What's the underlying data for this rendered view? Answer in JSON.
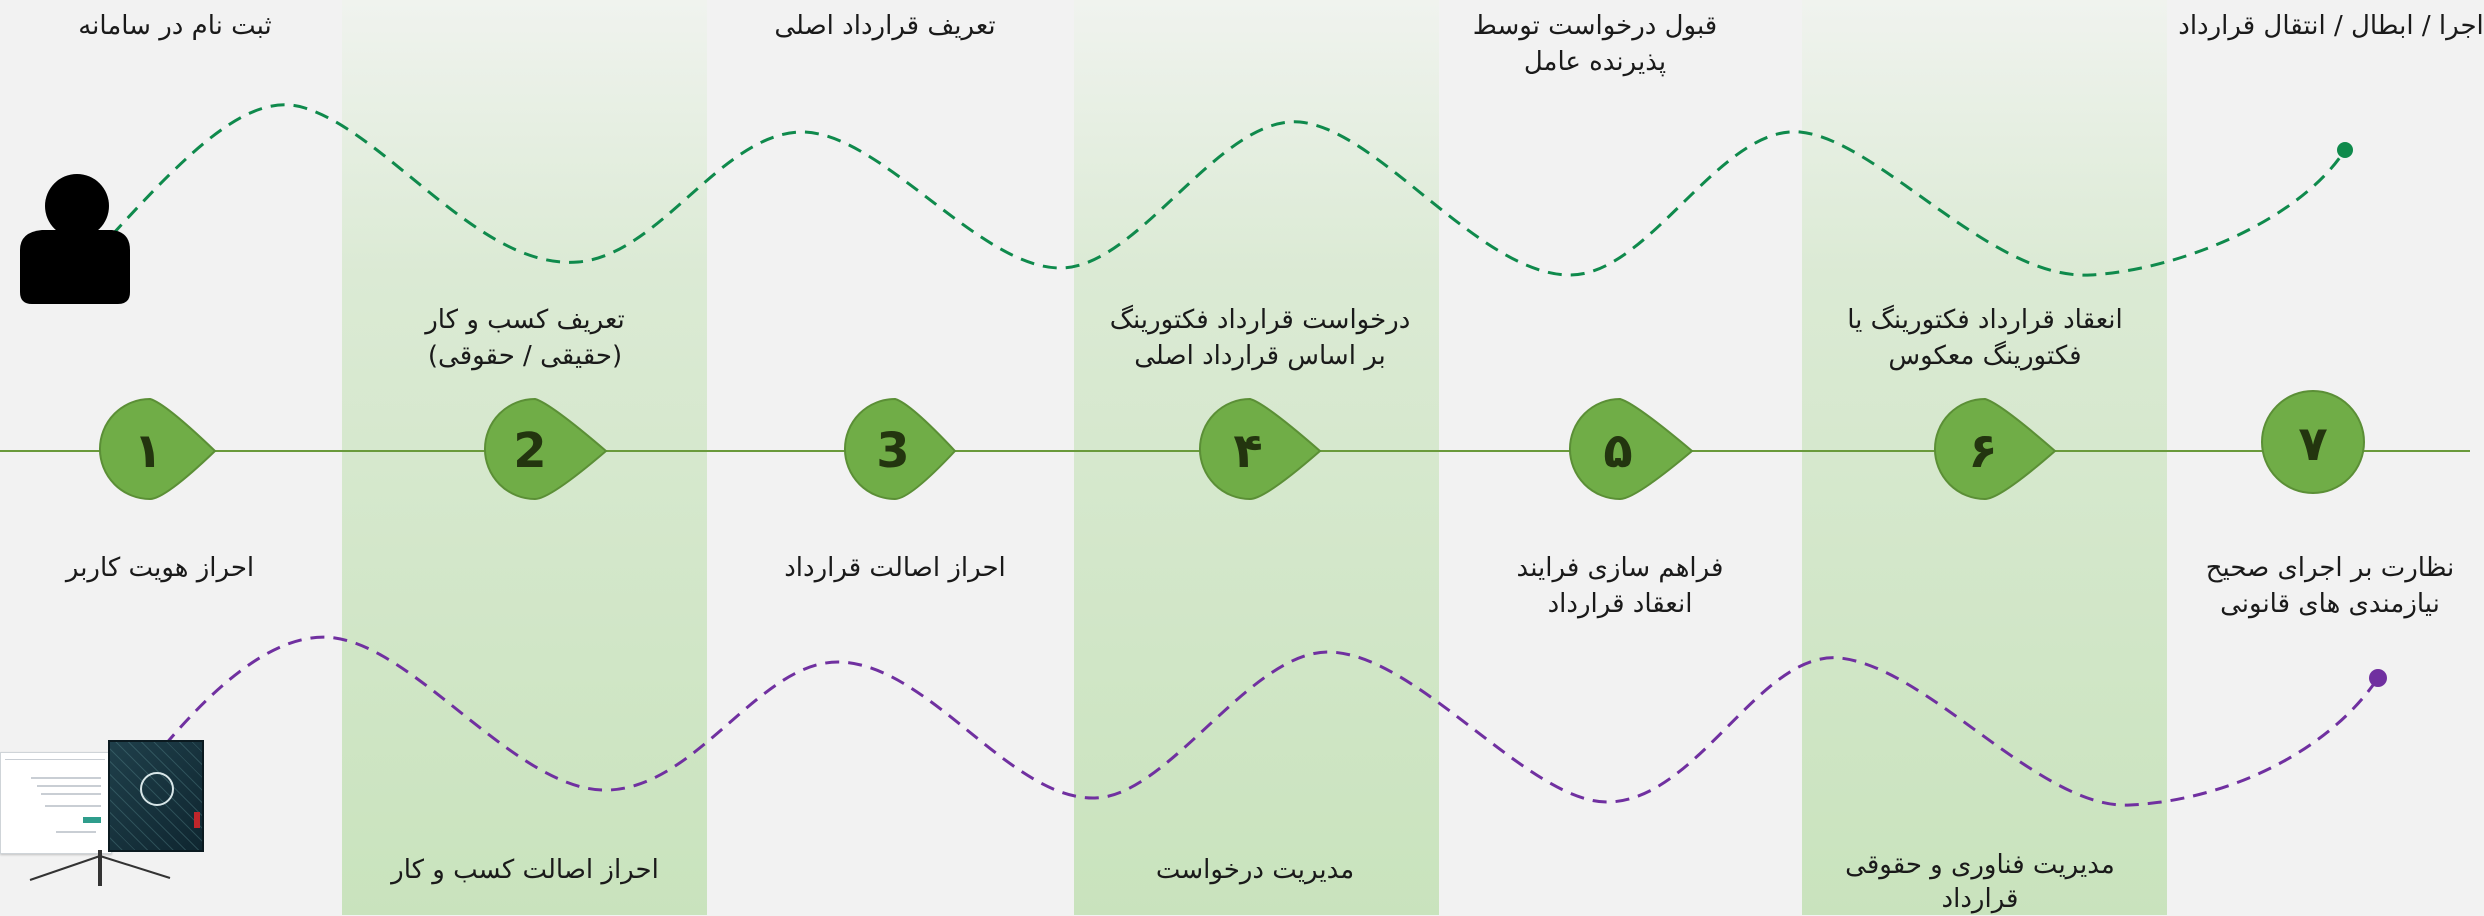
{
  "colors": {
    "background": "#f2f2f2",
    "band": "#d4e7cb",
    "timeline": "#6a9a3c",
    "marker": "#70ad47",
    "marker_border": "#5b8f36",
    "marker_number": "#23350f",
    "top_curve": "#0f8a4c",
    "bottom_curve": "#7030a0",
    "person_icon": "#000000"
  },
  "icons": {
    "user": "person-icon",
    "system": "monitor-icon"
  },
  "steps": [
    {
      "number": "۱"
    },
    {
      "number": "2"
    },
    {
      "number": "3"
    },
    {
      "number": "۴"
    },
    {
      "number": "۵"
    },
    {
      "number": "۶"
    },
    {
      "number": "۷"
    }
  ],
  "top_process_labels": [
    "ثبت نام در سامانه",
    "تعریف قرارداد اصلی",
    "قبول درخواست توسط\nپذیرنده عامل",
    "اجرا / ابطال / انتقال قرارداد"
  ],
  "upper_step_labels": [
    "تعریف کسب و کار\n(حقیقی / حقوقی)",
    "درخواست قرارداد فکتورینگ\nبر اساس قرارداد اصلی",
    "انعقاد قرارداد فکتورینگ یا\nفکتورینگ معکوس"
  ],
  "lower_step_labels": [
    "احراز هویت کاربر",
    "احراز اصالت قرارداد",
    "فراهم سازی فرایند\nانعقاد قرارداد",
    "نظارت بر اجرای صحیح\nنیازمندی های قانونی"
  ],
  "bottom_process_labels": [
    "احراز اصالت کسب و کار",
    "مدیریت درخواست",
    "مدیریت فناوری و حقوقی\nقرارداد"
  ]
}
